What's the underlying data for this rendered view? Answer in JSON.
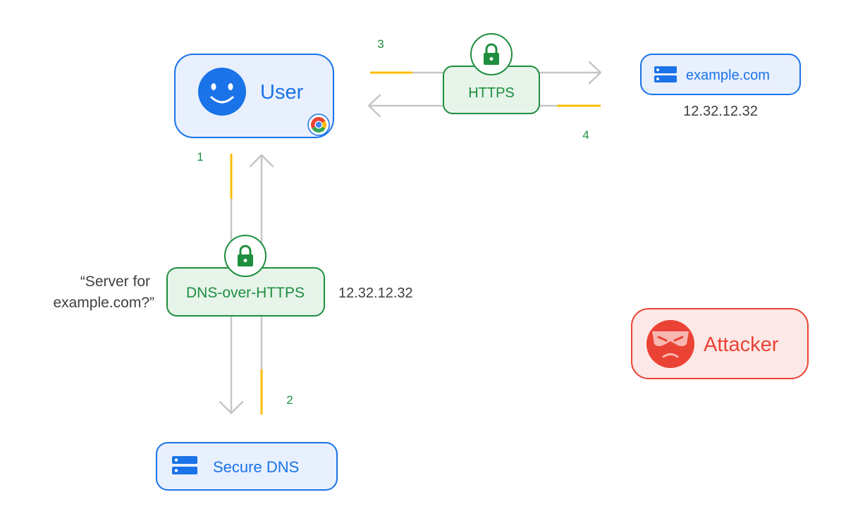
{
  "nodes": {
    "user": {
      "label": "User"
    },
    "server": {
      "label": "example.com",
      "ip": "12.32.12.32"
    },
    "dns": {
      "label": "Secure DNS"
    },
    "attacker": {
      "label": "Attacker"
    }
  },
  "channels": {
    "https": {
      "label": "HTTPS"
    },
    "doh": {
      "label": "DNS-over-HTTPS"
    }
  },
  "annotations": {
    "query_line1": "“Server for",
    "query_line2": "example.com?”",
    "answer_ip": "12.32.12.32"
  },
  "steps": [
    "1",
    "2",
    "3",
    "4"
  ],
  "colors": {
    "blue": "#1a73e8",
    "blue_fill": "#e8f0fe",
    "green": "#1e8e3e",
    "green_fill": "#e6f4ea",
    "red": "#ea4335",
    "red_fill": "#fce8e6",
    "yellow": "#fbbc04",
    "gray_line": "#c4c7c5",
    "text_gray": "#3c4043"
  },
  "icons": {
    "user": "smiley-face-icon",
    "browser": "chrome-icon",
    "lock": "lock-icon",
    "server": "server-icon",
    "attacker": "masked-face-icon"
  }
}
